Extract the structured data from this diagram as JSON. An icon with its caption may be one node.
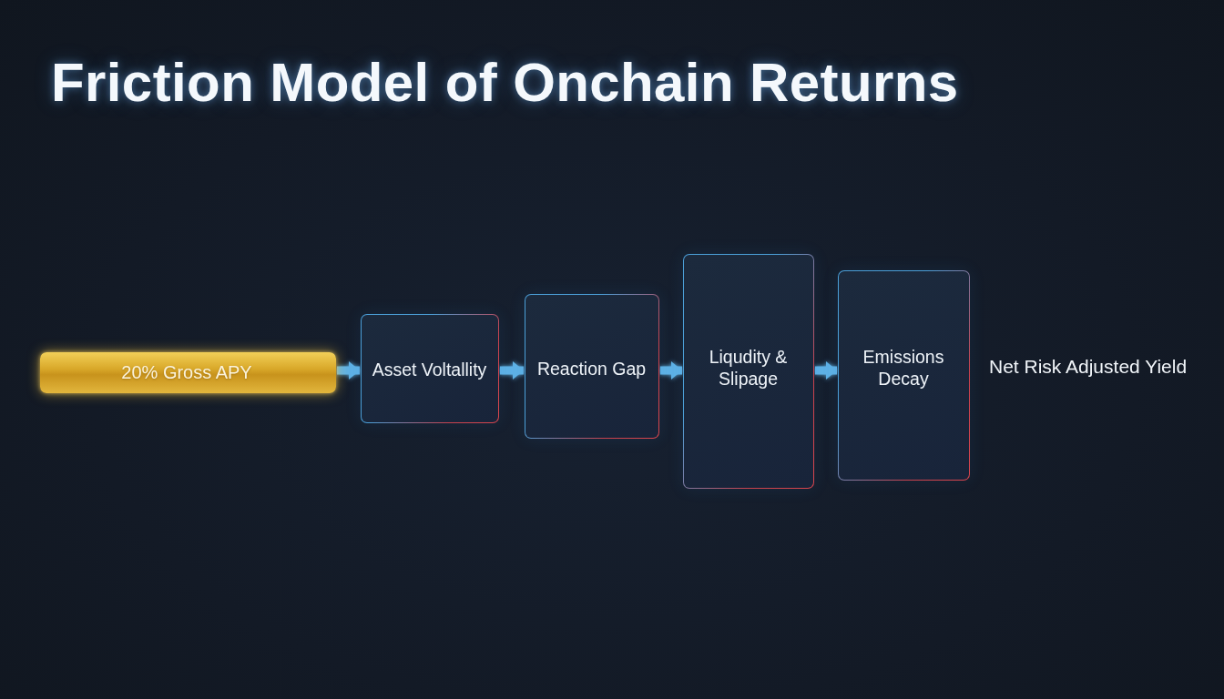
{
  "diagram": {
    "title": "Friction Model of Onchain Returns",
    "nodes": [
      {
        "text": [
          "20% Gross APY"
        ]
      },
      {
        "text": [
          "Asset Voltallity"
        ]
      },
      {
        "text": [
          "Reaction Gap"
        ]
      },
      {
        "text": [
          "Liqudity & Slipage"
        ]
      },
      {
        "text": [
          "Emissions Decay"
        ]
      }
    ],
    "edges": [
      {
        "from": 0,
        "to": 1,
        "arrow": "to"
      },
      {
        "from": 1,
        "to": 2,
        "arrow": "to"
      },
      {
        "from": 2,
        "to": 3,
        "arrow": "to"
      },
      {
        "from": 3,
        "to": 4,
        "arrow": "to"
      }
    ],
    "labels": [
      "Net Risk Adjusted Yield"
    ]
  }
}
